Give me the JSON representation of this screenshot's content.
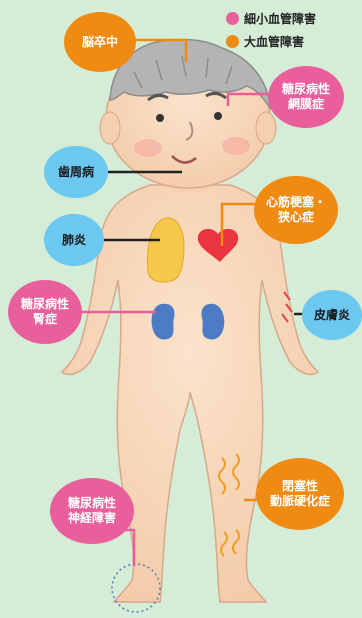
{
  "legend": {
    "microvascular": {
      "label": "細小血管障害",
      "color": "#e95f9c"
    },
    "macrovascular": {
      "label": "大血管障害",
      "color": "#ef8a12"
    }
  },
  "complications": {
    "stroke": "脳卒中",
    "retinopathy": "糖尿病性\n網膜症",
    "periodontitis": "歯周病",
    "heart": "心筋梗塞・\n狭心症",
    "pneumonia": "肺炎",
    "skin": "皮膚炎",
    "nephropathy": "糖尿病性\n腎症",
    "pad": "閉塞性\n動脈硬化症",
    "neuropathy": "糖尿病性\n神経障害"
  }
}
